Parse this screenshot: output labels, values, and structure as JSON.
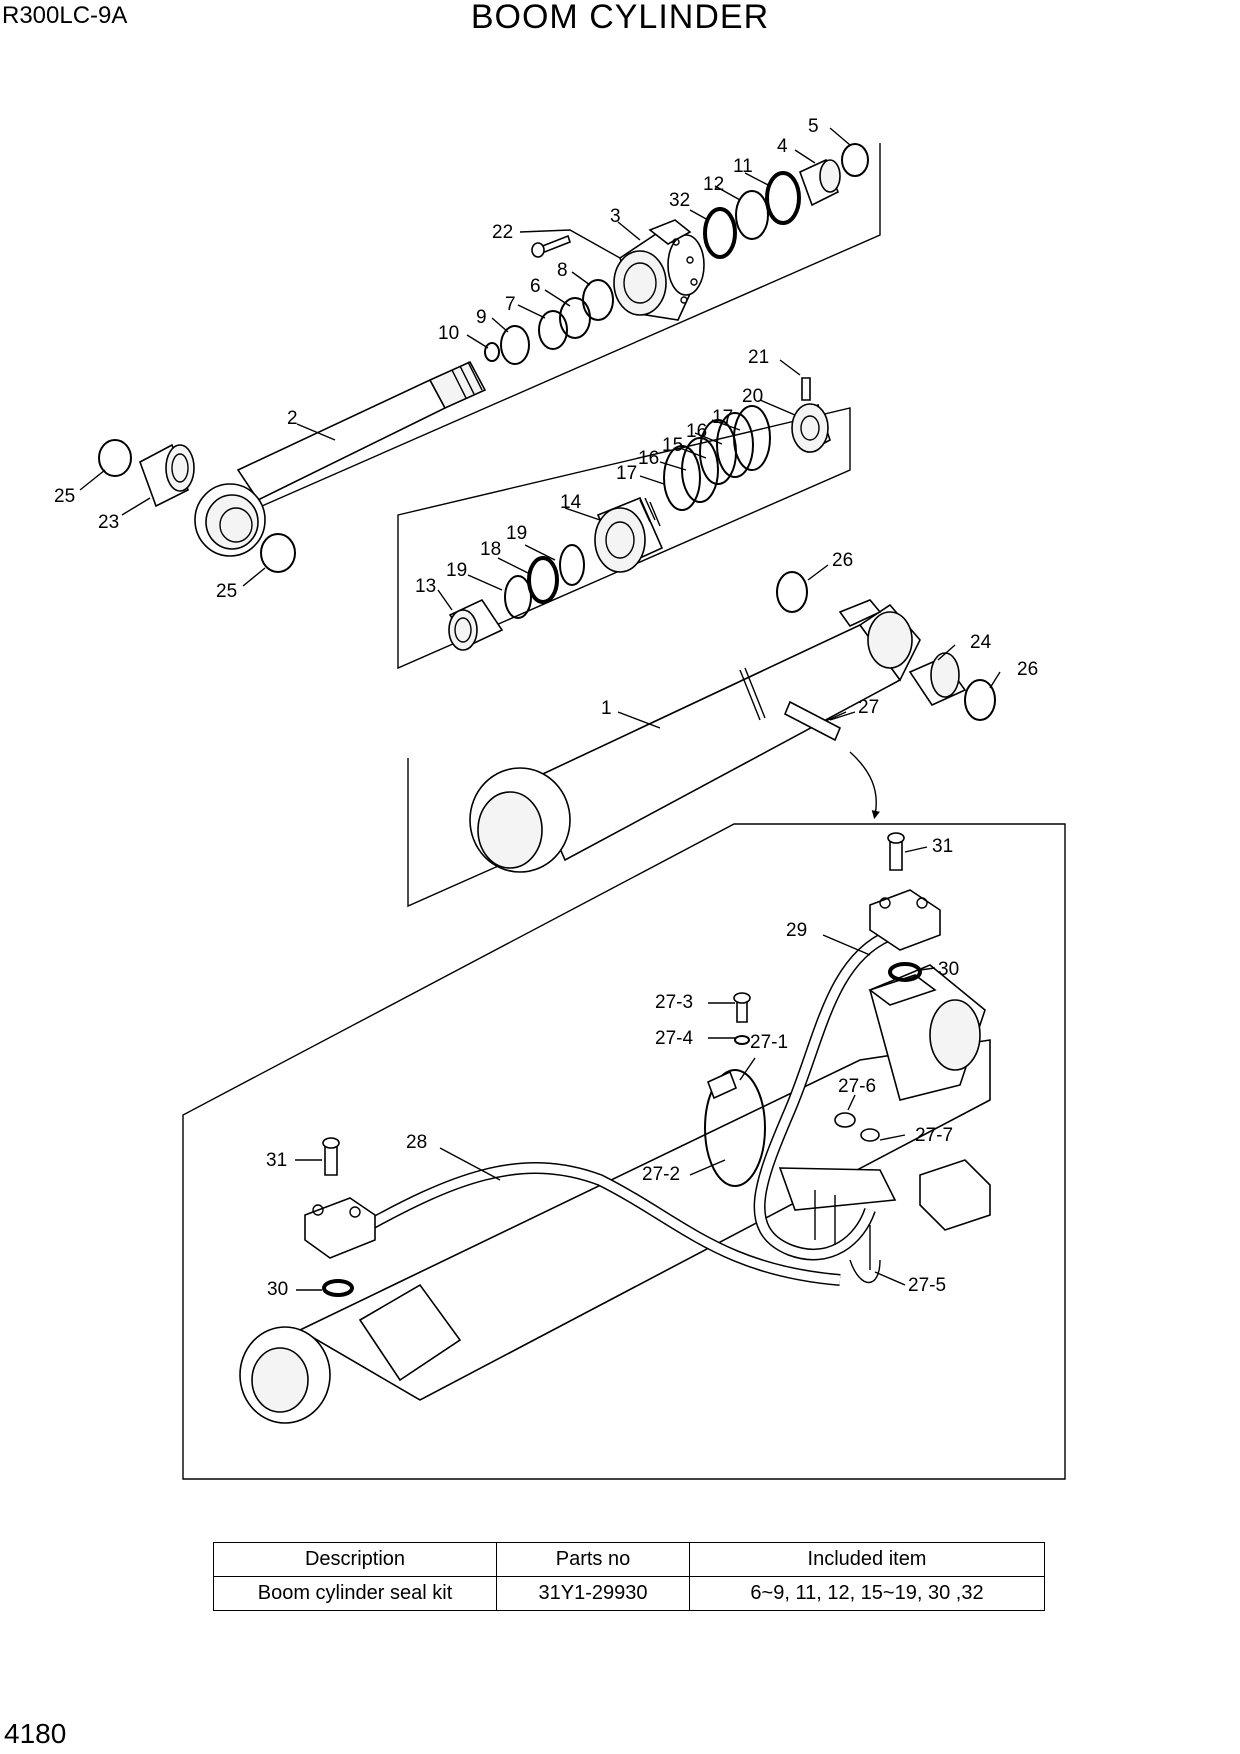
{
  "header": {
    "model": "R300LC-9A",
    "title": "BOOM CYLINDER"
  },
  "callouts": [
    {
      "id": "c5",
      "label": "5"
    },
    {
      "id": "c4",
      "label": "4"
    },
    {
      "id": "c11",
      "label": "11"
    },
    {
      "id": "c12",
      "label": "12"
    },
    {
      "id": "c32",
      "label": "32"
    },
    {
      "id": "c3",
      "label": "3"
    },
    {
      "id": "c22",
      "label": "22"
    },
    {
      "id": "c8",
      "label": "8"
    },
    {
      "id": "c6",
      "label": "6"
    },
    {
      "id": "c7",
      "label": "7"
    },
    {
      "id": "c9",
      "label": "9"
    },
    {
      "id": "c10",
      "label": "10"
    },
    {
      "id": "c2",
      "label": "2"
    },
    {
      "id": "c25a",
      "label": "25"
    },
    {
      "id": "c23",
      "label": "23"
    },
    {
      "id": "c25b",
      "label": "25"
    },
    {
      "id": "c21",
      "label": "21"
    },
    {
      "id": "c20",
      "label": "20"
    },
    {
      "id": "c17a",
      "label": "17"
    },
    {
      "id": "c16a",
      "label": "16"
    },
    {
      "id": "c15",
      "label": "15"
    },
    {
      "id": "c16b",
      "label": "16"
    },
    {
      "id": "c17b",
      "label": "17"
    },
    {
      "id": "c14",
      "label": "14"
    },
    {
      "id": "c19a",
      "label": "19"
    },
    {
      "id": "c18",
      "label": "18"
    },
    {
      "id": "c19b",
      "label": "19"
    },
    {
      "id": "c13",
      "label": "13"
    },
    {
      "id": "c26a",
      "label": "26"
    },
    {
      "id": "c24",
      "label": "24"
    },
    {
      "id": "c26b",
      "label": "26"
    },
    {
      "id": "c1",
      "label": "1"
    },
    {
      "id": "c27",
      "label": "27"
    },
    {
      "id": "c31a",
      "label": "31"
    },
    {
      "id": "c29",
      "label": "29"
    },
    {
      "id": "c30a",
      "label": "30"
    },
    {
      "id": "c27_3",
      "label": "27-3"
    },
    {
      "id": "c27_4",
      "label": "27-4"
    },
    {
      "id": "c27_1",
      "label": "27-1"
    },
    {
      "id": "c27_6",
      "label": "27-6"
    },
    {
      "id": "c27_7",
      "label": "27-7"
    },
    {
      "id": "c28",
      "label": "28"
    },
    {
      "id": "c31b",
      "label": "31"
    },
    {
      "id": "c27_2",
      "label": "27-2"
    },
    {
      "id": "c30b",
      "label": "30"
    },
    {
      "id": "c27_5",
      "label": "27-5"
    }
  ],
  "kit_table": {
    "headers": [
      "Description",
      "Parts no",
      "Included item"
    ],
    "rows": [
      [
        "Boom cylinder seal kit",
        "31Y1-29930",
        "6~9, 11, 12, 15~19, 30 ,32"
      ]
    ]
  },
  "page_number": "4180"
}
